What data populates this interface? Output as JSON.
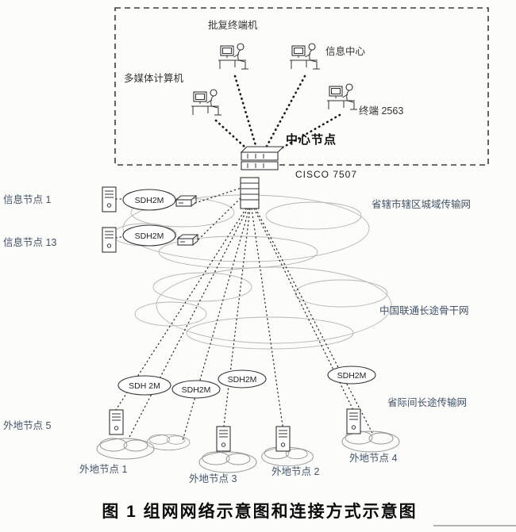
{
  "figure": {
    "caption": "图 1  组网网络示意图和连接方式示意图"
  },
  "center_site": {
    "label": "中心节点",
    "router": "CISCO 7507",
    "terminals": [
      {
        "label": "批复终端机"
      },
      {
        "label": "信息中心"
      },
      {
        "label": "多媒体计算机"
      },
      {
        "label": "终端 2563"
      }
    ]
  },
  "info_nodes": [
    {
      "label": "信息节点 1",
      "link": "SDH2M"
    },
    {
      "label": "信息节点 13",
      "link": "SDH2M"
    }
  ],
  "networks": {
    "metro": "省辖市辖区城域传输网",
    "backbone": "中国联通长途骨干网",
    "interprovince": "省际间长途传输网"
  },
  "remote_links": [
    {
      "label": "SDH 2M"
    },
    {
      "label": "SDH2M"
    },
    {
      "label": "SDH2M"
    },
    {
      "label": "SDH2M"
    }
  ],
  "remote_nodes": [
    {
      "label": "外地节点 5"
    },
    {
      "label": "外地节点 1"
    },
    {
      "label": "外地节点 3"
    },
    {
      "label": "外地节点 2"
    },
    {
      "label": "外地节点 4"
    }
  ]
}
